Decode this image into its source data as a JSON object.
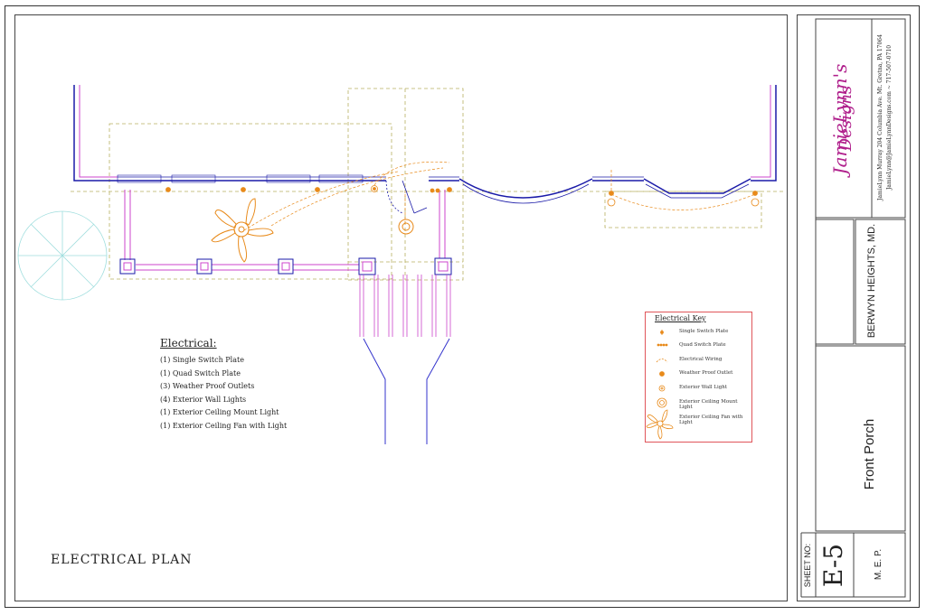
{
  "plan_label": "ELECTRICAL PLAN",
  "notes": {
    "heading": "Electrical:",
    "items": [
      "(1) Single Switch Plate",
      "(1) Quad Switch Plate",
      "(3) Weather Proof Outlets",
      "(4) Exterior Wall Lights",
      "(1) Exterior Ceiling Mount Light",
      "(1) Exterior Ceiling Fan with Light"
    ]
  },
  "key": {
    "heading": "Electrical Key",
    "items": [
      "Single Switch Plate",
      "Quad Switch Plate",
      "Electrical Wiring",
      "Weather Proof Outlet",
      "Exterior Wall Light",
      "Exterior Ceiling Mount Light",
      "Exterior Ceiling Fan with Light"
    ]
  },
  "title_block": {
    "brand_line1": "JamieLynn's",
    "brand_line2": "Designs",
    "address": "JamieLynn Murray  204 Columbia Ave.  Mt. Gretna, PA  17064",
    "contact": "JamieLynn@JamieLynnDesigns.com  ~  717-507-0710",
    "location": "BERWYN HEIGHTS, MD.",
    "drawing_title": "Front Porch",
    "sheet_no_label": "SHEET NO:",
    "sheet_no": "E-5",
    "discipline": "M. E. P."
  },
  "colors": {
    "wall": "#1a1aa8",
    "wall_inner": "#cc44cc",
    "dashed_outline": "#b8b060",
    "electrical": "#e88a1a",
    "key_border": "#e0555a",
    "tree": "#9fdede",
    "brand": "#b0208c"
  }
}
